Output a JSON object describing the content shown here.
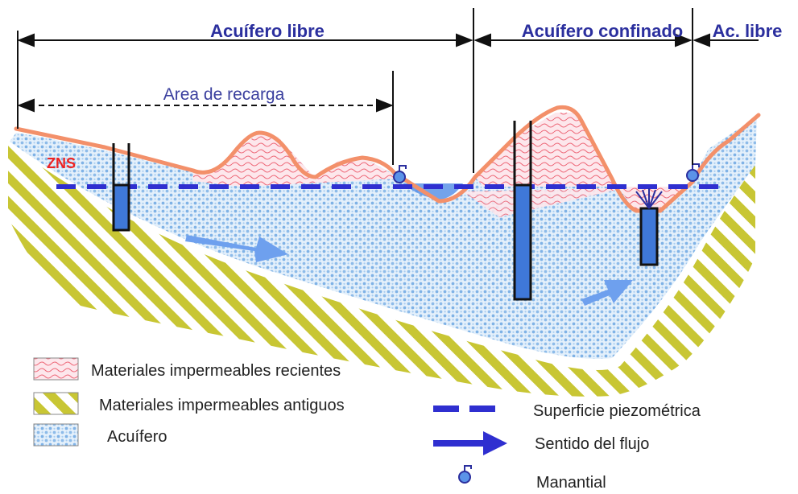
{
  "labels": {
    "acuifero_libre": "Acuífero libre",
    "acuifero_confinado": "Acuífero confinado",
    "ac_libre": "Ac. libre",
    "area_recarga": "Area de recarga",
    "zns": "ZNS"
  },
  "legend": {
    "recientes": "Materiales impermeables recientes",
    "antiguos": "Materiales impermeables antiguos",
    "acuifero": "Acuífero",
    "piezometrica": "Superficie piezométrica",
    "flujo": "Sentido del flujo",
    "manantial": "Manantial"
  },
  "colors": {
    "label_blue": "#2b2f9e",
    "zns_red": "#ee2222",
    "aquifer_fill": "#e4f0fb",
    "aquifer_dots": "#7fb2e6",
    "recent_fill": "#fde7ec",
    "recent_wave": "#ee6a7a",
    "ground_line": "#f3906a",
    "old_stripe": "#c8c634",
    "piezo_blue": "#2f2fd0",
    "arrow_blue": "#6ea0ee",
    "well_blue": "#3f78d8"
  },
  "icons": {
    "spring": "spring-icon",
    "arrow": "arrow-right-icon"
  }
}
